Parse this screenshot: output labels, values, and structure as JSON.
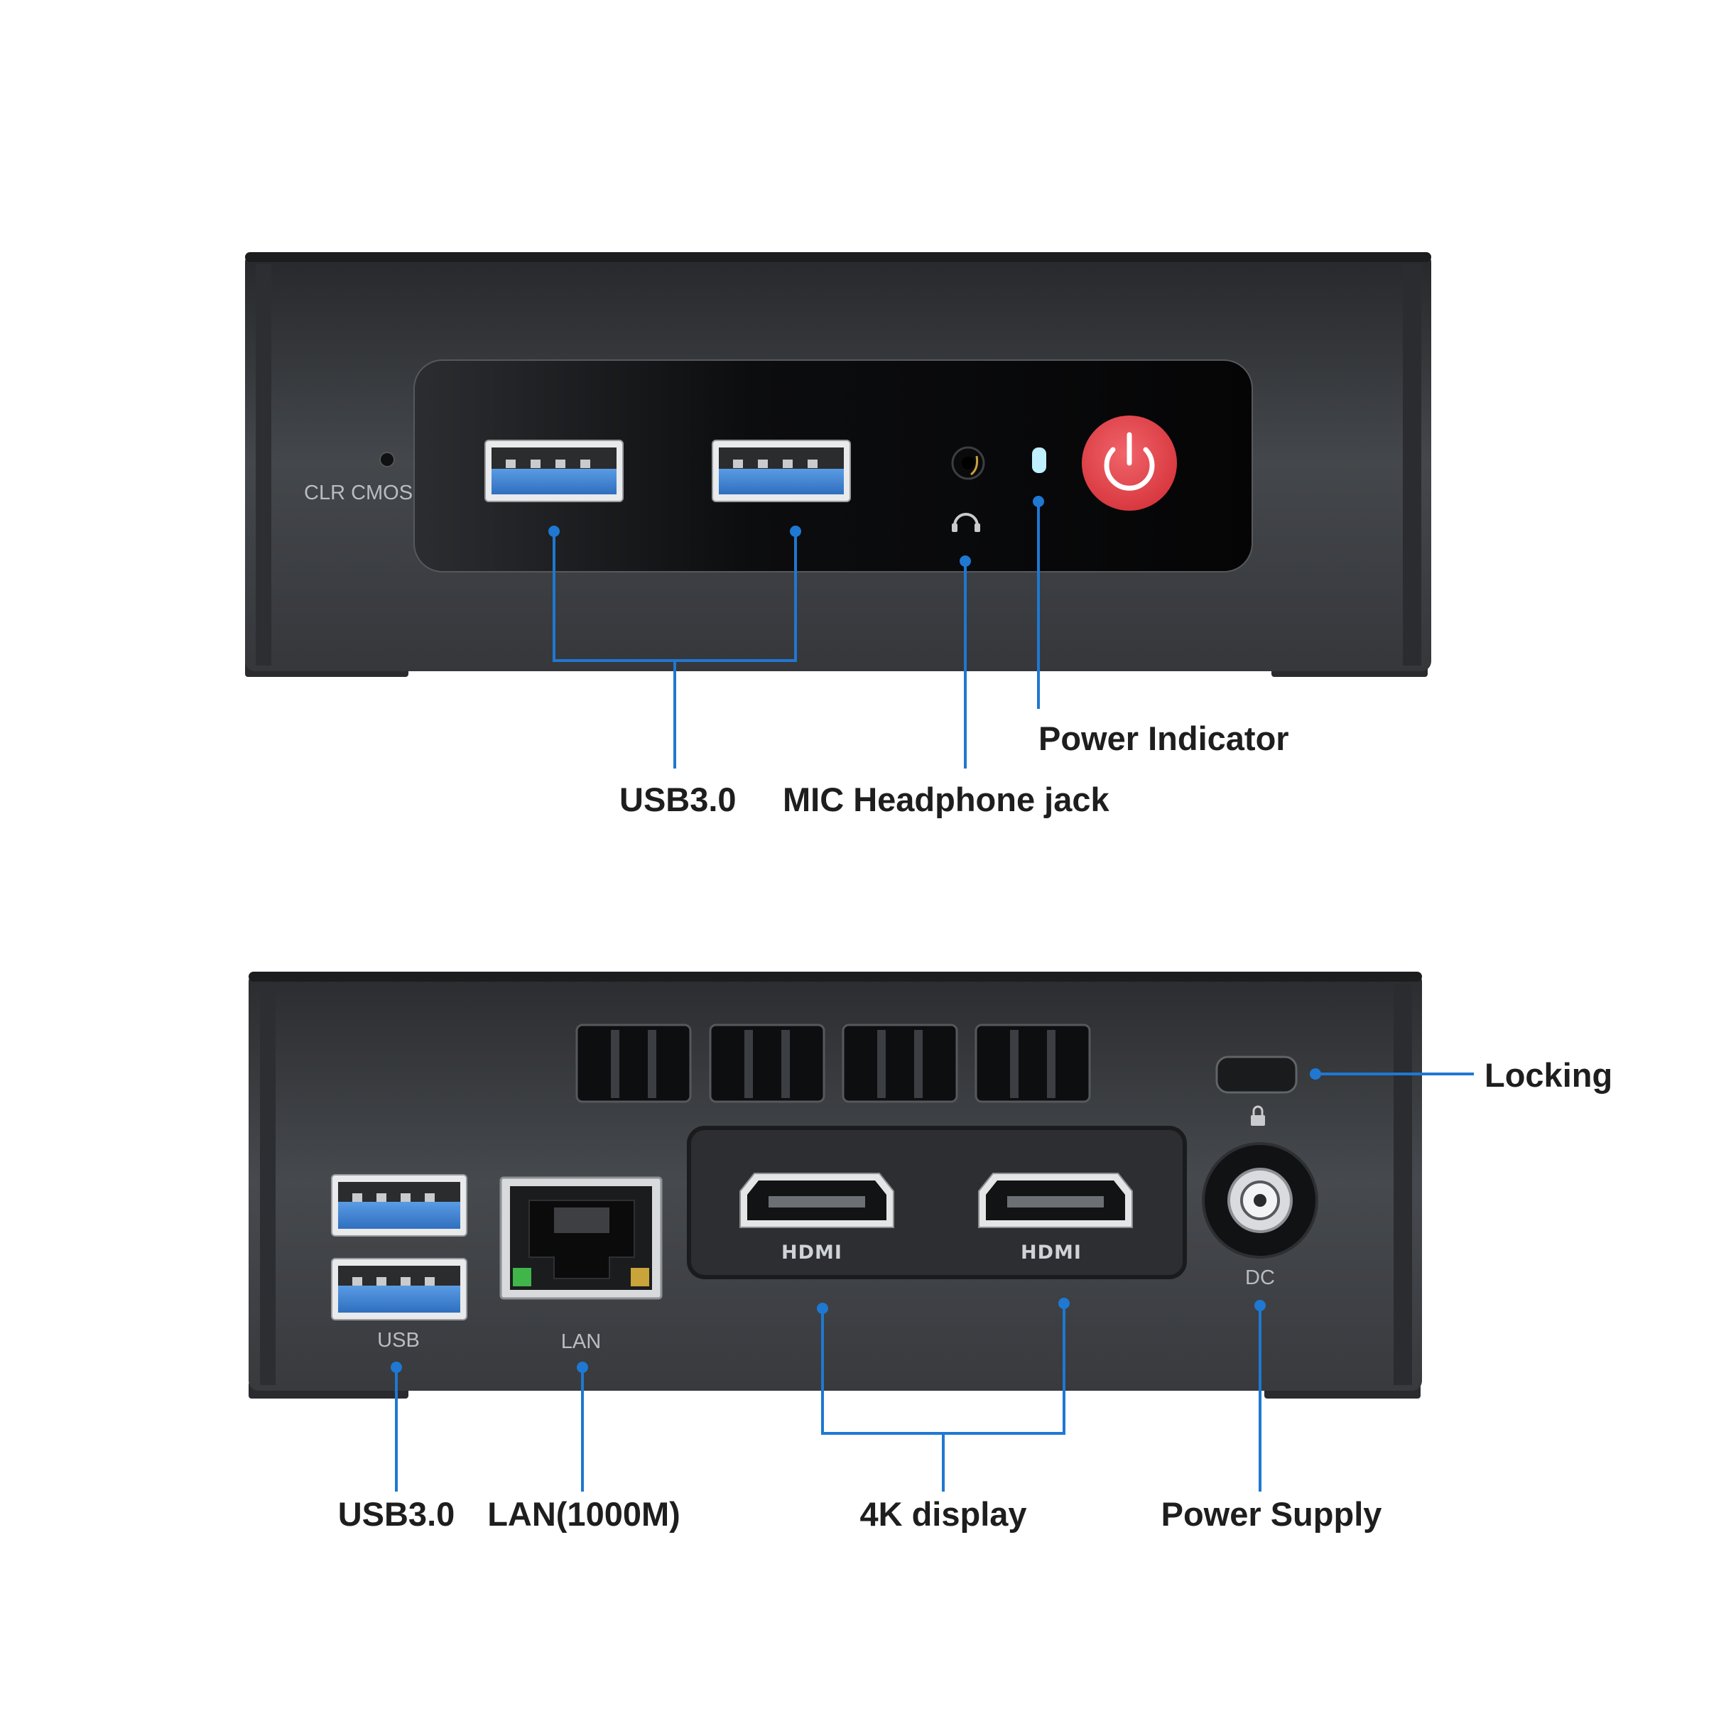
{
  "front": {
    "clr_cmos_label": "CLR  CMOS",
    "callouts": {
      "usb": "USB3.0",
      "mic": "MIC Headphone jack",
      "power_indicator": "Power Indicator"
    }
  },
  "rear": {
    "usb_label": "USB",
    "lan_label": "LAN",
    "dc_label": "DC",
    "hdmi_logo": "HDMI",
    "callouts": {
      "usb": "USB3.0",
      "lan": "LAN(1000M)",
      "display": "4K display",
      "power": "Power Supply",
      "locking": "Locking"
    }
  },
  "colors": {
    "leader": "#1f78d1",
    "usb_blue": "#3f86d6",
    "power_button": "#e8454b",
    "indicator": "#bfefff",
    "chassis": "#3a3c40"
  }
}
